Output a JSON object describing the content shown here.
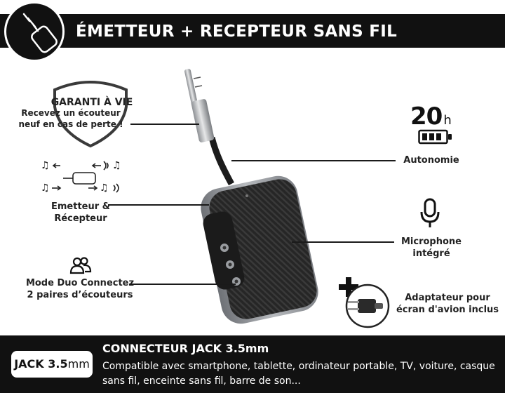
{
  "header": {
    "title": "ÉMETTEUR + RECEPTEUR SANS FIL"
  },
  "warranty": {
    "title": "GARANTI À VIE",
    "text": "Recevez un écouteur neuf en cas de perte !"
  },
  "battery": {
    "hours": "20",
    "unit": "h",
    "label": "Autonomie"
  },
  "transmitter": {
    "label": "Emetteur & Récepteur"
  },
  "microphone": {
    "label": "Microphone intégré"
  },
  "duo": {
    "label": "Mode Duo Connectez 2 paires d’écouteurs"
  },
  "adapter": {
    "label": "Adaptateur pour écran d'avion inclus"
  },
  "footer": {
    "badge_bold": "JACK 3.5",
    "badge_unit": "mm",
    "title": "CONNECTEUR JACK 3.5mm",
    "description": "Compatible avec smartphone, tablette, ordinateur portable, TV, voiture, casque sans fil, enceinte sans fil, barre de son..."
  },
  "colors": {
    "dark": "#111111",
    "device_body": "#2a2a2a",
    "device_frame": "#8a8d92",
    "background": "#ffffff"
  },
  "icons": [
    "aux-cable-icon",
    "shield-icon",
    "battery-icon",
    "music-notes-icon",
    "people-icon",
    "microphone-icon",
    "plus-icon",
    "airplane-adapter-icon"
  ]
}
